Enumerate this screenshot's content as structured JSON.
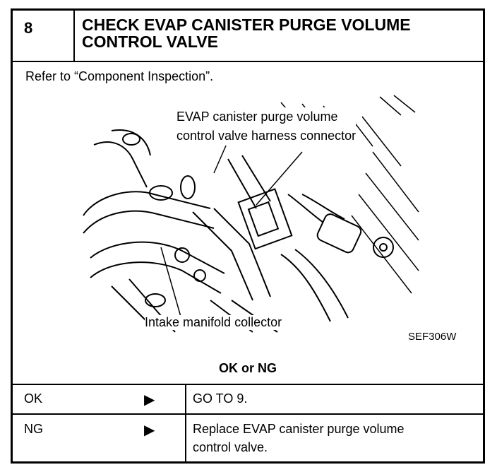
{
  "header": {
    "step": "8",
    "title_line1": "CHECK EVAP CANISTER PURGE VOLUME",
    "title_line2": "CONTROL VALVE"
  },
  "refer_text": "Refer to “Component Inspection”.",
  "figure": {
    "label_connector_line1": "EVAP canister purge volume",
    "label_connector_line2": "control valve harness connector",
    "label_manifold": "Intake manifold collector",
    "figure_id": "SEF306W"
  },
  "result_heading": "OK or NG",
  "rows": [
    {
      "key": "OK",
      "arrow": "▶",
      "action_line1": "GO TO 9.",
      "action_line2": ""
    },
    {
      "key": "NG",
      "arrow": "▶",
      "action_line1": "Replace EVAP canister purge volume",
      "action_line2": "control valve."
    }
  ]
}
